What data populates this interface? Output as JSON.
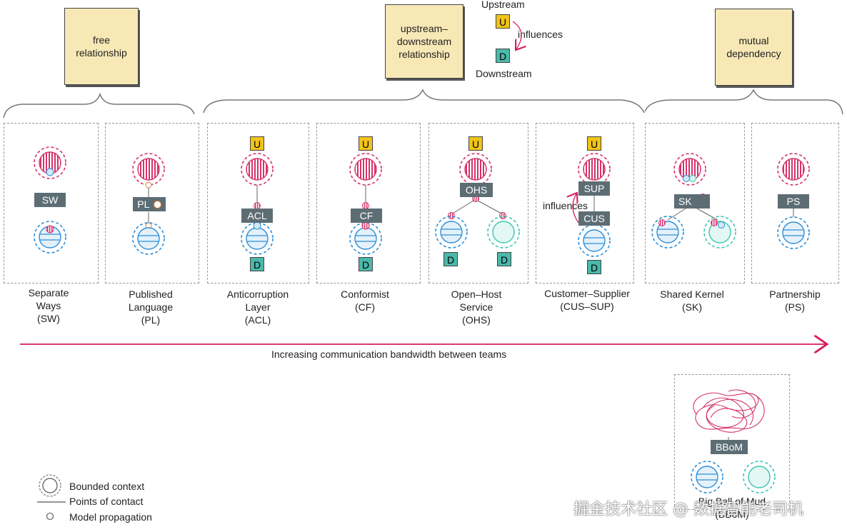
{
  "notes": {
    "free": "free relationship",
    "upstream_downstream": "upstream–downstream relationship",
    "mutual": "mutual dependency"
  },
  "legend_key": {
    "upstream": "Upstream",
    "influences": "influences",
    "downstream": "Downstream",
    "u_badge": "U",
    "d_badge": "D"
  },
  "patterns": [
    {
      "line1": "Separate",
      "line2": "Ways",
      "line3": "(SW)",
      "chip": "SW"
    },
    {
      "line1": "Published",
      "line2": "Language",
      "line3": "(PL)",
      "chip": "PL"
    },
    {
      "line1": "Anticorruption",
      "line2": "Layer",
      "line3": "(ACL)",
      "chip": "ACL"
    },
    {
      "line1": "Conformist",
      "line2": "(CF)",
      "chip": "CF"
    },
    {
      "line1": "Open–Host",
      "line2": "Service",
      "line3": "(OHS)",
      "chip": "OHS"
    },
    {
      "line1": "Customer–Supplier",
      "line2": "(CUS–SUP)",
      "chip": "SUP",
      "chip2": "CUS",
      "influences": "influences"
    },
    {
      "line1": "Shared Kernel",
      "line2": "(SK)",
      "chip": "SK"
    },
    {
      "line1": "Partnership",
      "line2": "(PS)",
      "chip": "PS"
    }
  ],
  "badges": {
    "u": "U",
    "d": "D"
  },
  "axis_label": "Increasing communication bandwidth between teams",
  "bbom": {
    "chip": "BBoM",
    "line1": "Big Ball of Mud",
    "line2": "(BBoM)"
  },
  "legend": {
    "bounded_context": "Bounded context",
    "points_of_contact": "Points of contact",
    "model_propagation": "Model propagation"
  },
  "watermark": "掘金技术社区 @ 数据智能老司机",
  "colors": {
    "upstream_red": "#d6336c",
    "downstream_blue": "#2f8fd8",
    "teal": "#3cc7b0",
    "chip": "#5d6d74",
    "note": "#f7e8b6",
    "arrow": "#d81b60"
  }
}
